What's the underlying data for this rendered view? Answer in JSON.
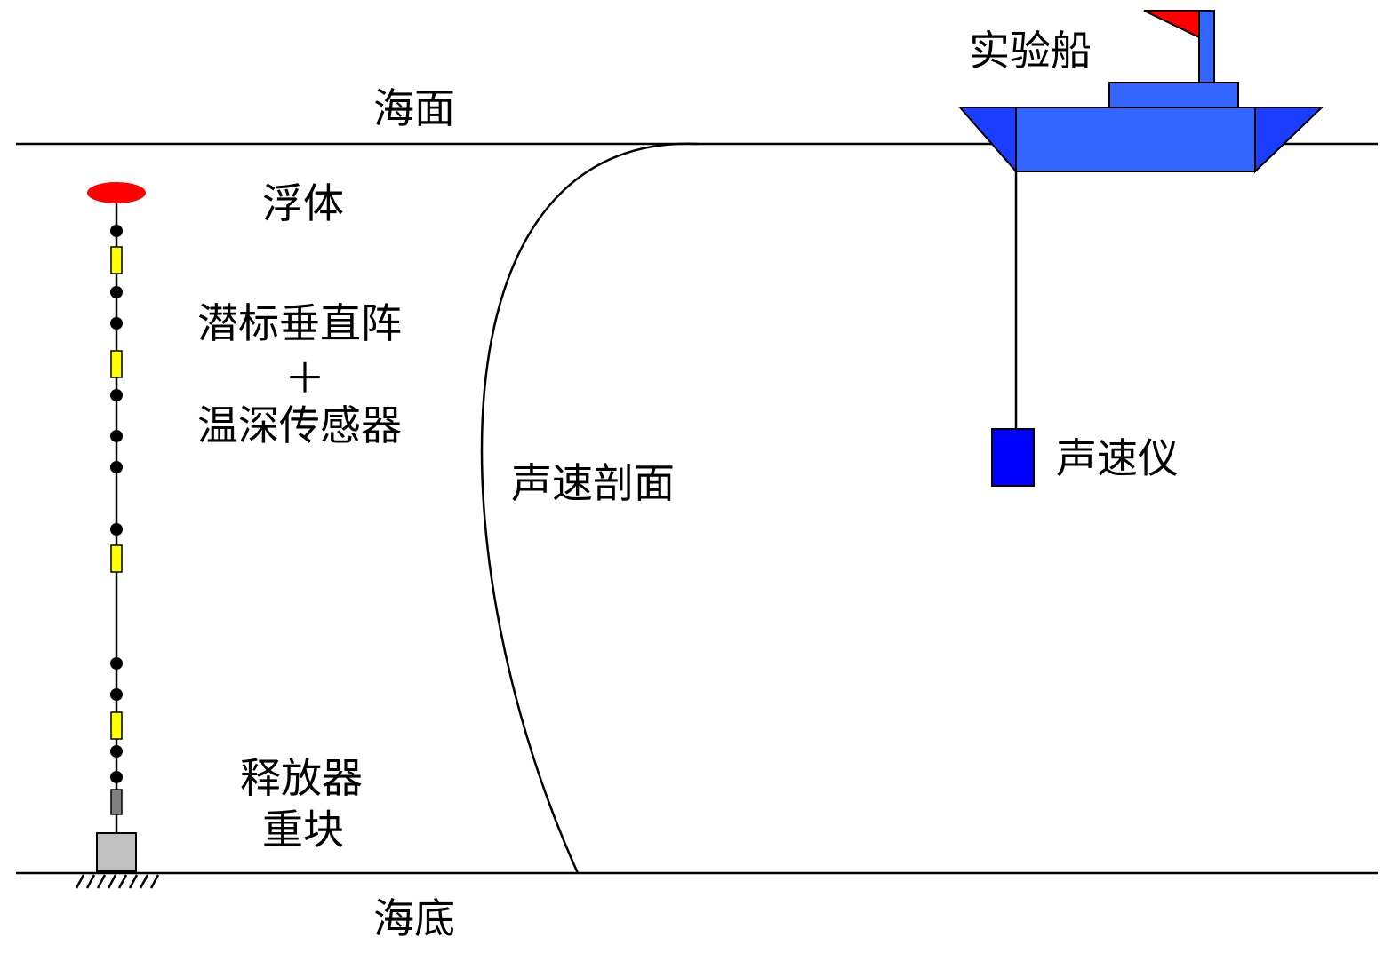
{
  "labels": {
    "sea_surface": "海面",
    "seabed": "海底",
    "float": "浮体",
    "vertical_array": "潜标垂直阵",
    "plus": "＋",
    "temp_depth_sensor": "温深传感器",
    "sound_speed_profile": "声速剖面",
    "sound_velocimeter": "声速仪",
    "ship": "实验船",
    "release": "释放器",
    "weight": "重块"
  },
  "colors": {
    "float": "#ff0000",
    "sensor": "#ffff00",
    "node": "#000000",
    "release": "#808080",
    "weight": "#c0c0c0",
    "ship_hull": "#3366ff",
    "ship_bow": "#1a3dff",
    "ship_flag": "#ff0000",
    "velocimeter": "#0000ff",
    "line": "#000000"
  }
}
